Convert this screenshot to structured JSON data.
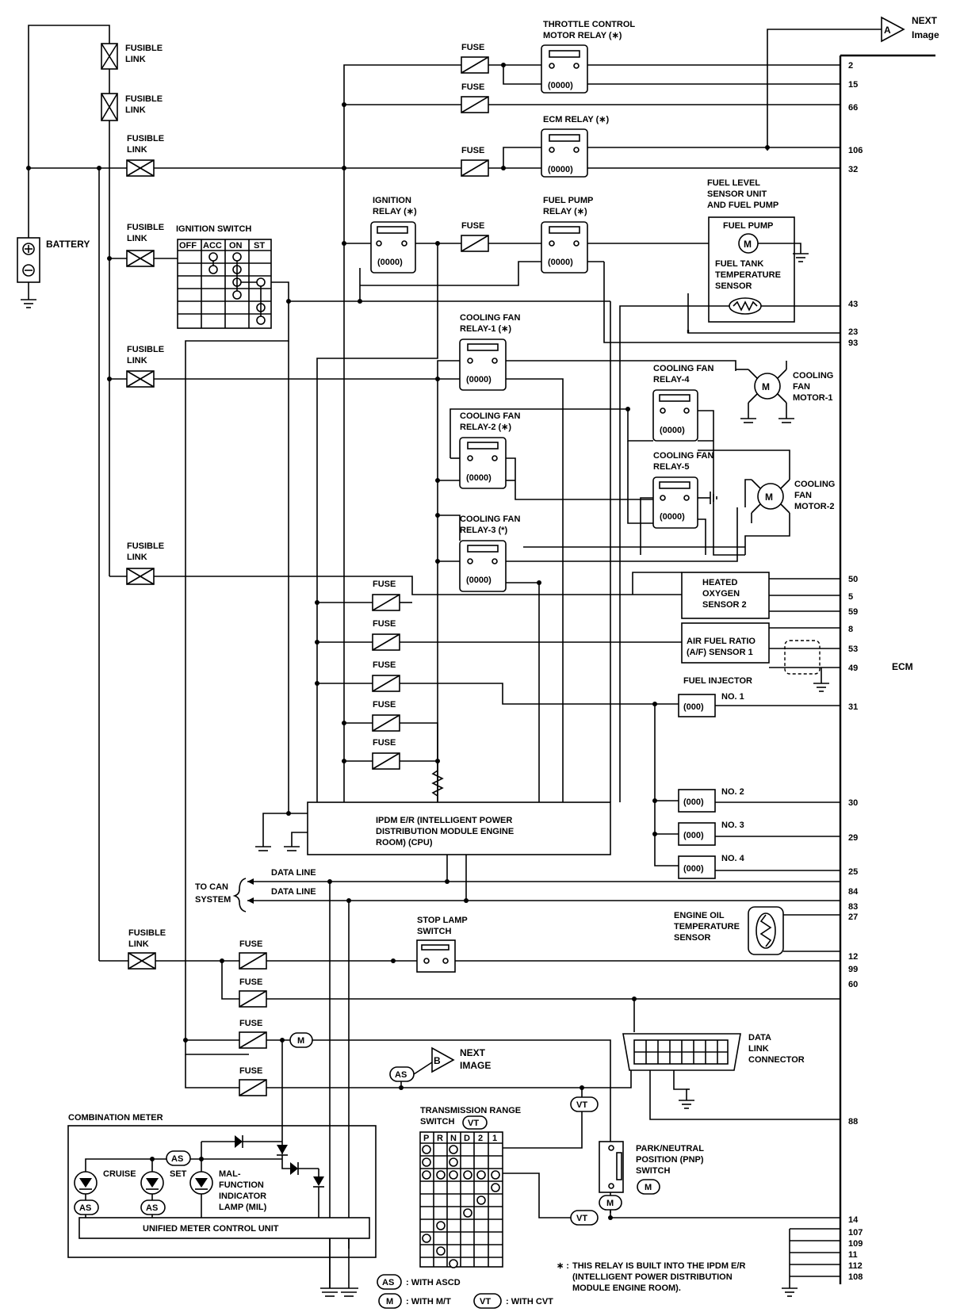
{
  "title_next_a": {
    "marker": "A",
    "text1": "NEXT",
    "text2": "Image"
  },
  "next_b": {
    "marker": "B",
    "text1": "NEXT",
    "text2": "IMAGE"
  },
  "fusible_link": {
    "line1": "FUSIBLE",
    "line2": "LINK"
  },
  "fuse_label": "FUSE",
  "battery": "BATTERY",
  "ignition_switch": {
    "title": "IGNITION SWITCH",
    "cols": [
      "OFF",
      "ACC",
      "ON",
      "ST"
    ]
  },
  "throttle_relay": {
    "line1": "THROTTLE CONTROL",
    "line2": "MOTOR RELAY (∗)"
  },
  "ecm_relay": "ECM RELAY (∗)",
  "ignition_relay": {
    "line1": "IGNITION",
    "line2": "RELAY (∗)"
  },
  "fuel_pump_relay": {
    "line1": "FUEL PUMP",
    "line2": "RELAY (∗)"
  },
  "fuel_level_unit": {
    "line1": "FUEL LEVEL",
    "line2": "SENSOR UNIT",
    "line3": "AND FUEL PUMP",
    "pump": "FUEL PUMP",
    "tank1": "FUEL TANK",
    "tank2": "TEMPERATURE",
    "tank3": "SENSOR"
  },
  "cooling_fan_relay_1": {
    "line1": "COOLING FAN",
    "line2": "RELAY-1 (∗)"
  },
  "cooling_fan_relay_2": {
    "line1": "COOLING FAN",
    "line2": "RELAY-2 (∗)"
  },
  "cooling_fan_relay_3": {
    "line1": "COOLING FAN",
    "line2": "RELAY-3 (*)"
  },
  "cooling_fan_relay_4": {
    "line1": "COOLING FAN",
    "line2": "RELAY-4"
  },
  "cooling_fan_relay_5": {
    "line1": "COOLING FAN",
    "line2": "RELAY-5"
  },
  "cooling_fan_motor_1": {
    "line1": "COOLING",
    "line2": "FAN",
    "line3": "MOTOR-1"
  },
  "cooling_fan_motor_2": {
    "line1": "COOLING",
    "line2": "FAN",
    "line3": "MOTOR-2"
  },
  "heated_o2": {
    "line1": "HEATED",
    "line2": "OXYGEN",
    "line3": "SENSOR 2"
  },
  "af_sensor": {
    "line1": "AIR FUEL RATIO",
    "line2": "(A/F) SENSOR 1"
  },
  "fuel_injector": {
    "title": "FUEL INJECTOR",
    "no1": "NO. 1",
    "no2": "NO. 2",
    "no3": "NO. 3",
    "no4": "NO. 4"
  },
  "ipdm": {
    "line1": "IPDM E/R (INTELLIGENT POWER",
    "line2": "DISTRIBUTION MODULE ENGINE",
    "line3": "ROOM) (CPU)"
  },
  "can": {
    "line1": "TO CAN",
    "line2": "SYSTEM",
    "data1": "DATA LINE",
    "data2": "DATA LINE"
  },
  "stop_lamp": {
    "line1": "STOP LAMP",
    "line2": "SWITCH"
  },
  "eot_sensor": {
    "line1": "ENGINE OIL",
    "line2": "TEMPERATURE",
    "line3": "SENSOR"
  },
  "dlc": {
    "line1": "DATA",
    "line2": "LINK",
    "line3": "CONNECTOR"
  },
  "combination_meter": {
    "title": "COMBINATION METER",
    "cruise": "CRUISE",
    "set": "SET",
    "mil1": "MAL-",
    "mil2": "FUNCTION",
    "mil3": "INDICATOR",
    "mil4": "LAMP (MIL)",
    "umcu": "UNIFIED METER CONTROL UNIT"
  },
  "trans_range": {
    "line1": "TRANSMISSION RANGE",
    "line2": "SWITCH",
    "cols": [
      "P",
      "R",
      "N",
      "D",
      "2",
      "1"
    ]
  },
  "pnp_switch": {
    "line1": "PARK/NEUTRAL",
    "line2": "POSITION (PNP)",
    "line3": "SWITCH"
  },
  "ecm_label": "ECM",
  "ecm_pins": [
    "2",
    "15",
    "66",
    "106",
    "32",
    "43",
    "23",
    "93",
    "50",
    "5",
    "59",
    "8",
    "53",
    "49",
    "31",
    "30",
    "29",
    "25",
    "84",
    "83",
    "27",
    "12",
    "99",
    "60",
    "88",
    "14",
    "107",
    "109",
    "11",
    "112",
    "108"
  ],
  "tags": {
    "AS": "AS",
    "M": "M",
    "VT": "VT"
  },
  "legend": {
    "as": ": WITH ASCD",
    "m": ": WITH M/T",
    "vt": ": WITH CVT",
    "note_star": "∗ :",
    "note1": "THIS RELAY IS BUILT INTO THE IPDM E/R",
    "note2": "(INTELLIGENT POWER DISTRIBUTION",
    "note3": "MODULE ENGINE ROOM)."
  }
}
